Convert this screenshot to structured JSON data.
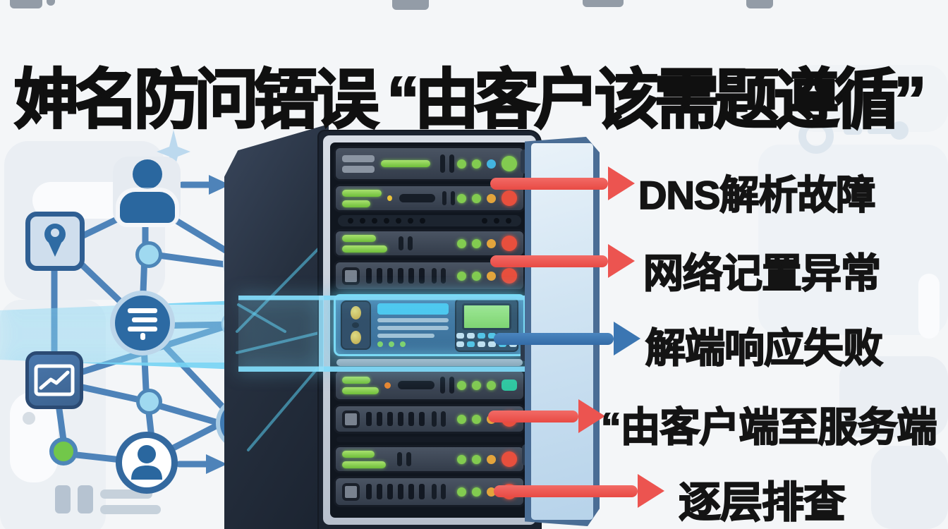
{
  "title": {
    "text": "妽名防问铻误 “由客户该需题遵循”"
  },
  "callouts": [
    {
      "text": "DNS解析故障",
      "arrow": "red"
    },
    {
      "text": "网络记置异常",
      "arrow": "red"
    },
    {
      "text": "解端响应失败",
      "arrow": "blue"
    },
    {
      "text": "“由客户端至服务端",
      "arrow": "red"
    },
    {
      "text": "逐层排查",
      "arrow": "red"
    }
  ],
  "colors": {
    "background": "#f4f6f8",
    "title_text": "#101010",
    "arrow_red": "#ec5450",
    "arrow_blue": "#3b76b2",
    "network_line_blue": "#4e83b9",
    "beam_cyan": "#79dcf5",
    "server_body_dark": "#1b2330",
    "server_frame_silver": "#c9d1dc",
    "led_green": "#82cb50",
    "led_orange": "#e3a43c",
    "led_red": "#e84f3d",
    "led_cyan": "#43b4e0",
    "led_teal": "#2fc7a0",
    "screen_green": "#8ee063",
    "node_green": "#72c74a"
  },
  "icons": {
    "user": "person silhouette (client)",
    "user_circle": "person in circle (client)",
    "location_pin": "map pin in rounded tile",
    "list": "list/menu lines in circle",
    "trend_chart": "line chart trending up in circle",
    "bar_chart": "bar chart with rising arrow in circle",
    "chart_tile": "line chart in rounded tile",
    "network_node": "small connection node dot",
    "arrow_right": "small right arrow to server",
    "sparkle": "four point sparkle",
    "server_rack": "server tower with rack units and LEDs",
    "door": "open glass server door"
  }
}
